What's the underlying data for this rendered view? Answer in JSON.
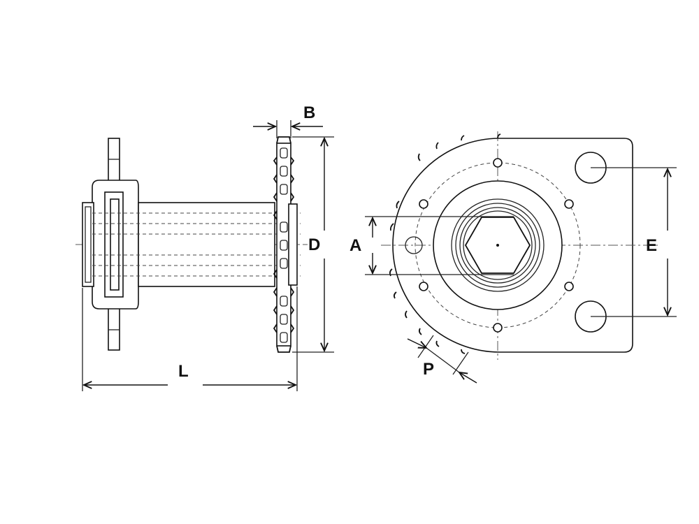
{
  "dimensions": {
    "B": "B",
    "D": "D",
    "L": "L",
    "A": "A",
    "E": "E",
    "P": "P"
  },
  "colors": {
    "line": "#111111",
    "background": "#ffffff"
  }
}
